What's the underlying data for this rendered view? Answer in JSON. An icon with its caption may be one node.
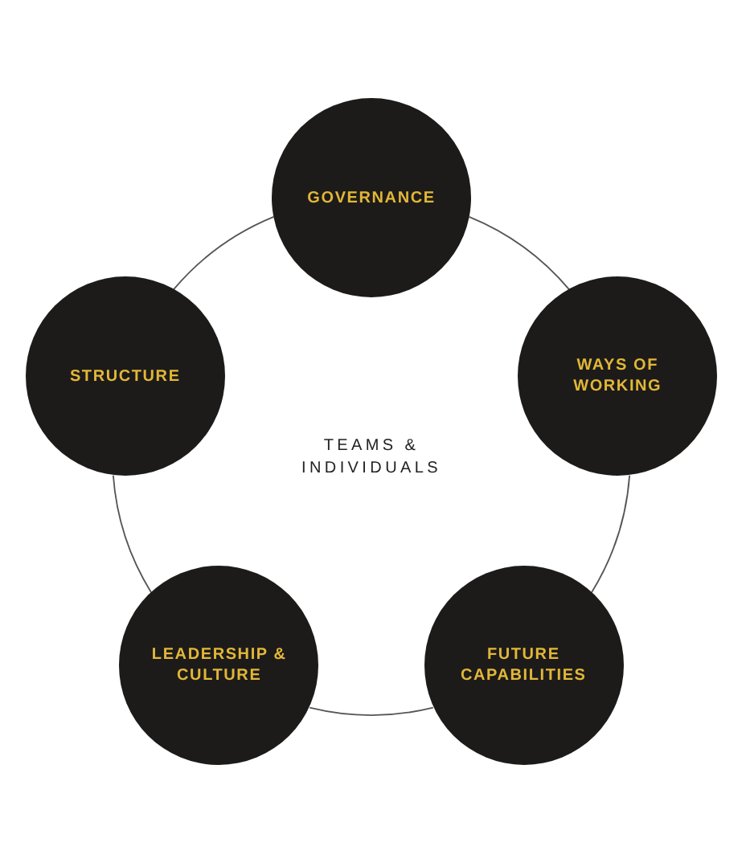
{
  "diagram": {
    "nodes": [
      {
        "text": [
          "GOVERNANCE"
        ]
      },
      {
        "text": [
          "STRUCTURE"
        ]
      },
      {
        "text": [
          "WAYS OF WORKING"
        ]
      },
      {
        "text": [
          "LEADERSHIP & CULTURE"
        ]
      },
      {
        "text": [
          "FUTURE CAPABILITIES"
        ]
      }
    ],
    "edges": [
      {
        "from": 0,
        "to": 2,
        "arrow": "none"
      },
      {
        "from": 2,
        "to": 4,
        "arrow": "none"
      },
      {
        "from": 4,
        "to": 3,
        "arrow": "none"
      },
      {
        "from": 3,
        "to": 1,
        "arrow": "none"
      },
      {
        "from": 1,
        "to": 0,
        "arrow": "none"
      }
    ],
    "labels": [
      "TEAMS & INDIVIDUALS"
    ]
  }
}
